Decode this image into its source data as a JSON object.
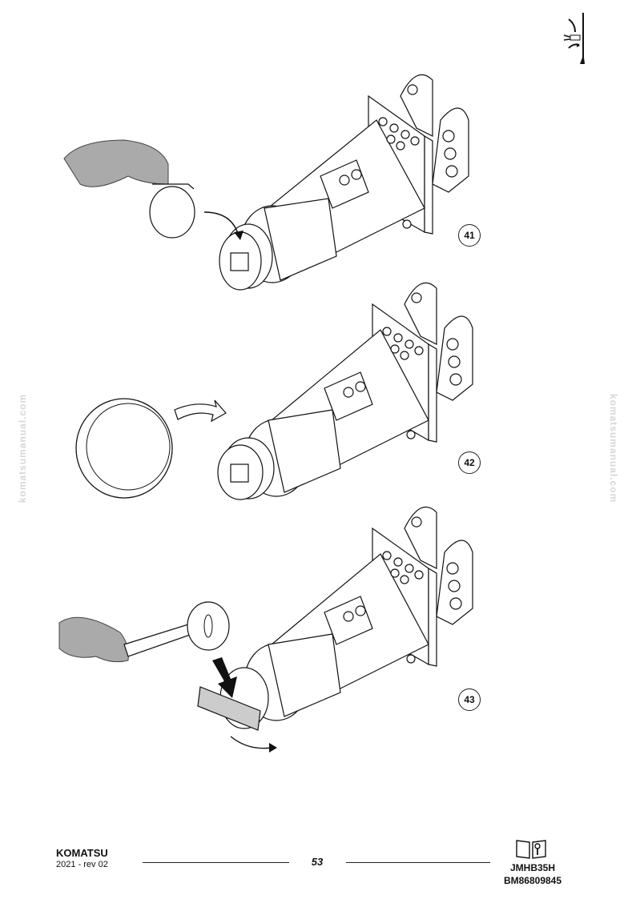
{
  "watermark": "komatsumanual.com",
  "steps": [
    {
      "number": "41"
    },
    {
      "number": "42"
    },
    {
      "number": "43"
    }
  ],
  "footer": {
    "brand": "KOMATSU",
    "date_rev": "2021 -  rev 02",
    "page_number": "53",
    "model": "JMHB35H",
    "doc_code": "BM86809845"
  },
  "icons": {
    "corner": "tool-path-icon",
    "manual": "manual-book-wrench-icon"
  }
}
